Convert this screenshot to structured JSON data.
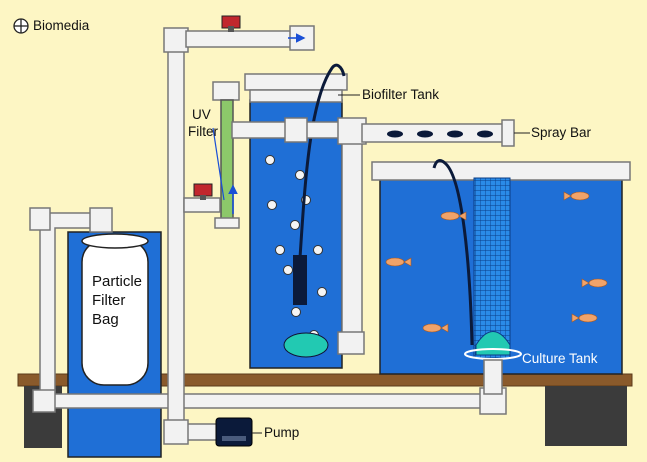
{
  "legend": {
    "symbol_icon": "biomedia-icon",
    "label": "Biomedia"
  },
  "labels": {
    "uv_line1": "UV",
    "uv_line2": "Filter",
    "biofilter_tank": "Biofilter Tank",
    "spray_bar": "Spray Bar",
    "bag_line1": "Particle",
    "bag_line2": "Filter",
    "bag_line3": "Bag",
    "culture_tank": "Culture Tank",
    "pump": "Pump"
  },
  "colors": {
    "background": "#fdf6c4",
    "water": "#1f6fd6",
    "pipe": "#f2f2f2",
    "pipe_outline": "#777777",
    "ground": "#8a5a2b",
    "support": "#3b3b3b",
    "fish": "#f0a36a",
    "bell": "#22c9b2"
  }
}
